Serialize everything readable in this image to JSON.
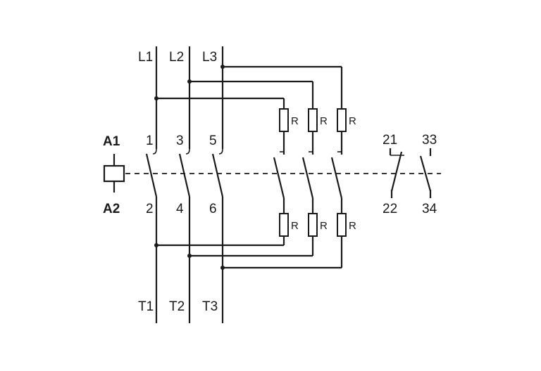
{
  "line_labels": [
    "L1",
    "L2",
    "L3"
  ],
  "load_labels": [
    "T1",
    "T2",
    "T3"
  ],
  "main_top_labels": [
    "1",
    "3",
    "5"
  ],
  "main_bottom_labels": [
    "2",
    "4",
    "6"
  ],
  "coil_labels": {
    "top": "A1",
    "bottom": "A2"
  },
  "resistor_label": "R",
  "aux_nc": {
    "top": "21",
    "bottom": "22"
  },
  "aux_no": {
    "top": "33",
    "bottom": "34"
  }
}
